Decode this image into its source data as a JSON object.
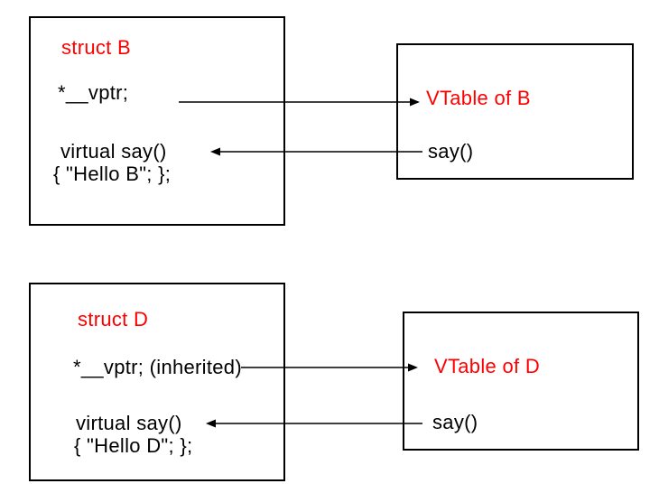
{
  "diagram": {
    "struct_b": {
      "title": "struct B",
      "vptr_field": "*__vptr;",
      "method_line1": "virtual say()",
      "method_line2": "{ \"Hello B\"; };"
    },
    "vtable_b": {
      "title": "VTable of B",
      "entry": "say()"
    },
    "struct_d": {
      "title": "struct D",
      "vptr_field": "*__vptr; (inherited)",
      "method_line1": "virtual say()",
      "method_line2": "{ \"Hello D\"; };"
    },
    "vtable_d": {
      "title": "VTable of D",
      "entry": "say()"
    },
    "connections": [
      {
        "from": "struct B *__vptr;",
        "to": "VTable of B",
        "direction": "right"
      },
      {
        "from": "VTable of B say()",
        "to": "struct B virtual say()",
        "direction": "left"
      },
      {
        "from": "struct D *__vptr; (inherited)",
        "to": "VTable of D",
        "direction": "right"
      },
      {
        "from": "VTable of D say()",
        "to": "struct D virtual say()",
        "direction": "left"
      }
    ],
    "colors": {
      "heading_red": "#ff0000",
      "text_black": "#000000",
      "box_border": "#000000",
      "background": "#ffffff"
    }
  }
}
